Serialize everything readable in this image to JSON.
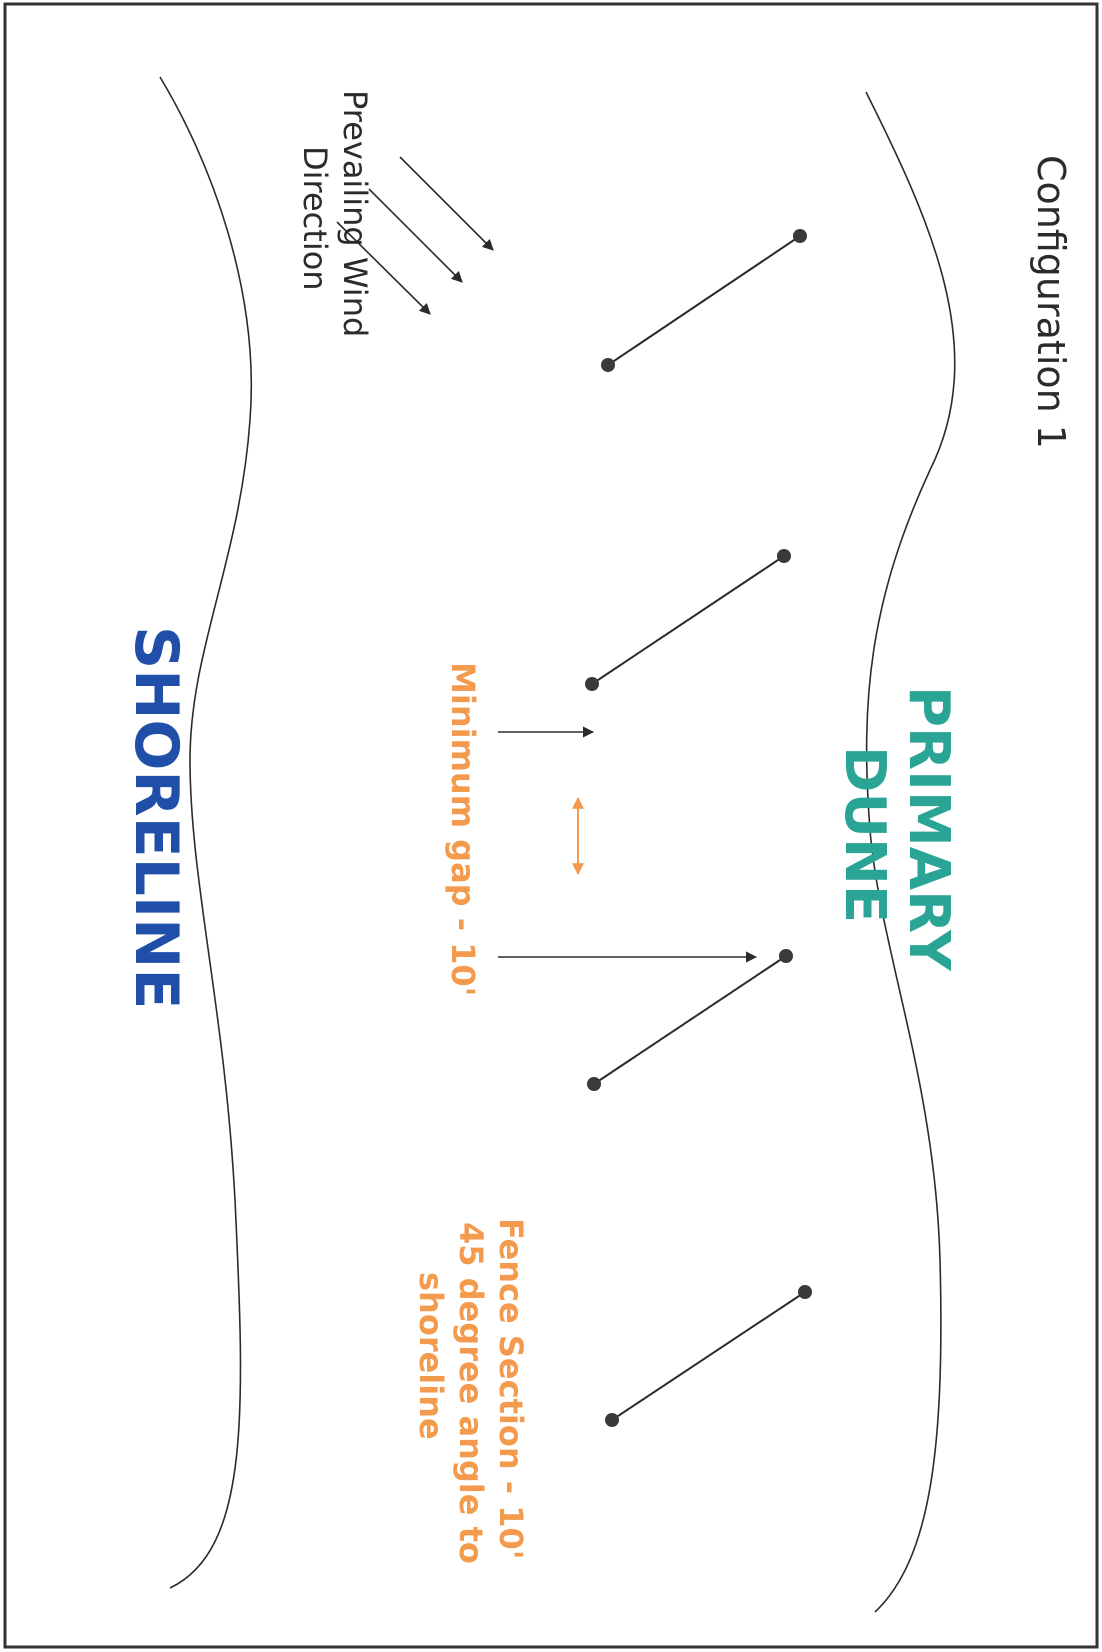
{
  "title": "Configuration 1",
  "labels": {
    "dune": [
      "PRIMARY",
      "DUNE"
    ],
    "shoreline": "SHORELINE",
    "wind": [
      "Prevailing Wind",
      "Direction"
    ],
    "gap": "Minimum gap - 10'",
    "fence": [
      "Fence Section - 10'",
      "45 degree angle to",
      "shoreline"
    ]
  },
  "colors": {
    "ink": "#2b2b2b",
    "orange": "#f39a4c",
    "teal": "#2aa595",
    "blue": "#1f4fa8",
    "border": "#333333"
  }
}
